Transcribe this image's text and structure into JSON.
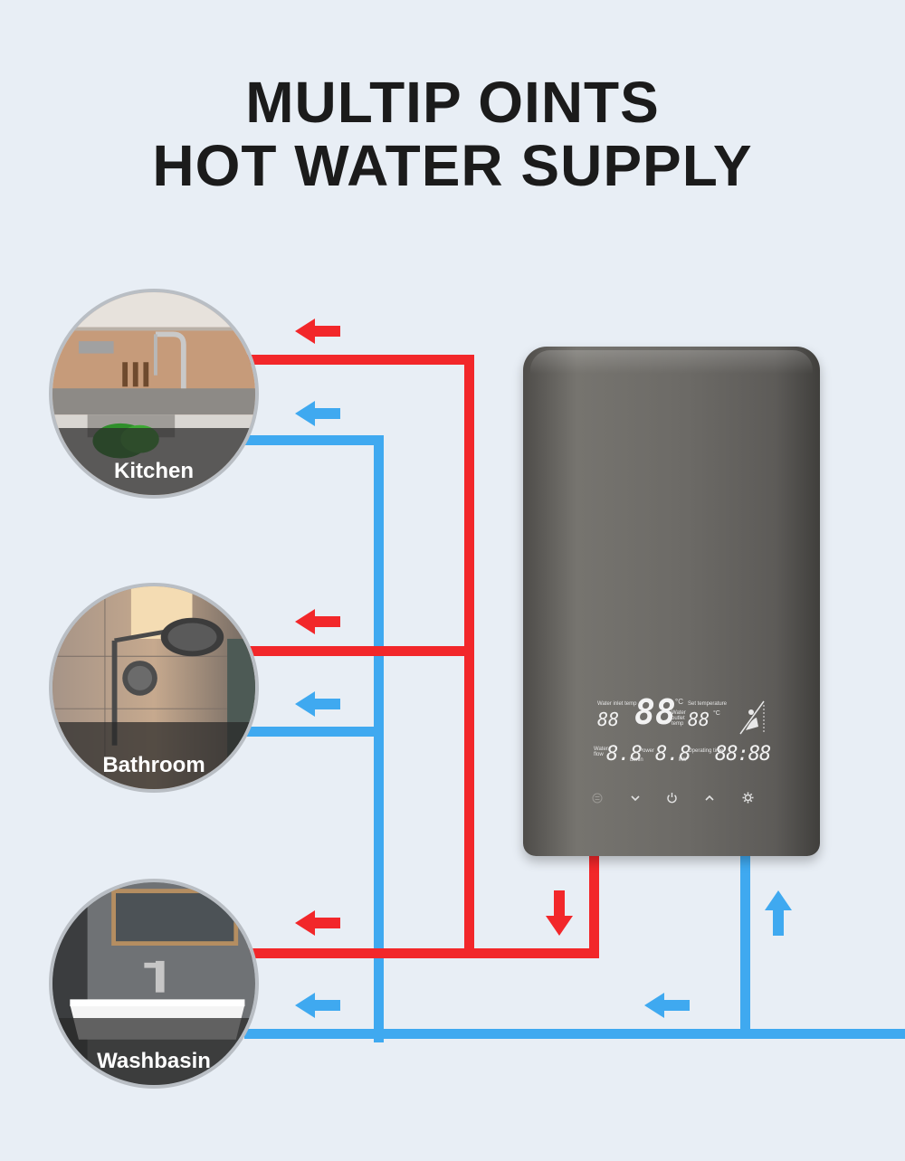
{
  "title": {
    "line1": "MULTIP OINTS",
    "line2": "HOT WATER SUPPLY"
  },
  "locations": [
    {
      "label": "Kitchen"
    },
    {
      "label": "Bathroom"
    },
    {
      "label": "Washbasin"
    }
  ],
  "colors": {
    "hot": "#f2272a",
    "cold": "#3fa9f0",
    "background": "#e8eef5",
    "heater_body": "#6c6a66"
  },
  "display": {
    "water_inlet_temp_label": "Water inlet temp",
    "water_inlet_temp": "88",
    "main_temp": "88",
    "celsius": "°C",
    "water_outlet_temp_label": "Water outlet temp",
    "set_temp_label": "Set temperature",
    "set_temp": "88",
    "water_flow_label": "Water flow",
    "water_flow": "8.8",
    "flow_unit": "L/min",
    "power_label": "Power",
    "power": "8.8",
    "power_unit": "kW",
    "operating_time_label": "Operating time",
    "operating_time": "88:88"
  },
  "icons": {
    "menu": "menu-icon",
    "down": "chevron-down-icon",
    "power": "power-icon",
    "up": "chevron-up-icon",
    "settings": "gear-icon"
  }
}
